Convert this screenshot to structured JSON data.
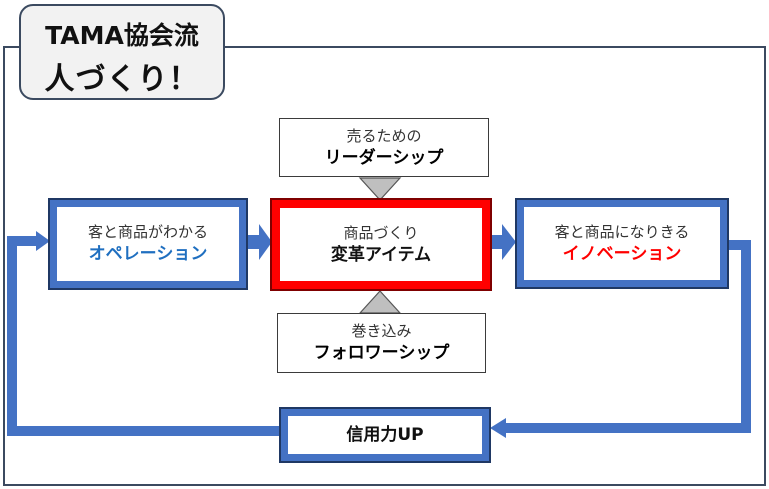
{
  "title": {
    "line1": "TAMA協会流",
    "line2": "人づくり！"
  },
  "top_box": {
    "line1": "売るための",
    "line2": "リーダーシップ"
  },
  "bottom_box": {
    "line1": "巻き込み",
    "line2": "フォロワーシップ"
  },
  "left_box": {
    "line1": "客と商品がわかる",
    "line2": "オペレーション",
    "accent": "#1f6fc0"
  },
  "center_box": {
    "line1": "商品づくり",
    "line2": "変革アイテム",
    "border": "#ff0000"
  },
  "right_box": {
    "line1": "客と商品になりきる",
    "line2": "イノベーション",
    "accent": "#ff0000"
  },
  "trust_box": {
    "label": "信用力UP"
  },
  "colors": {
    "arrow": "#4472c4",
    "box_border": "#4472c4",
    "triangle": "#bfbfbf"
  }
}
